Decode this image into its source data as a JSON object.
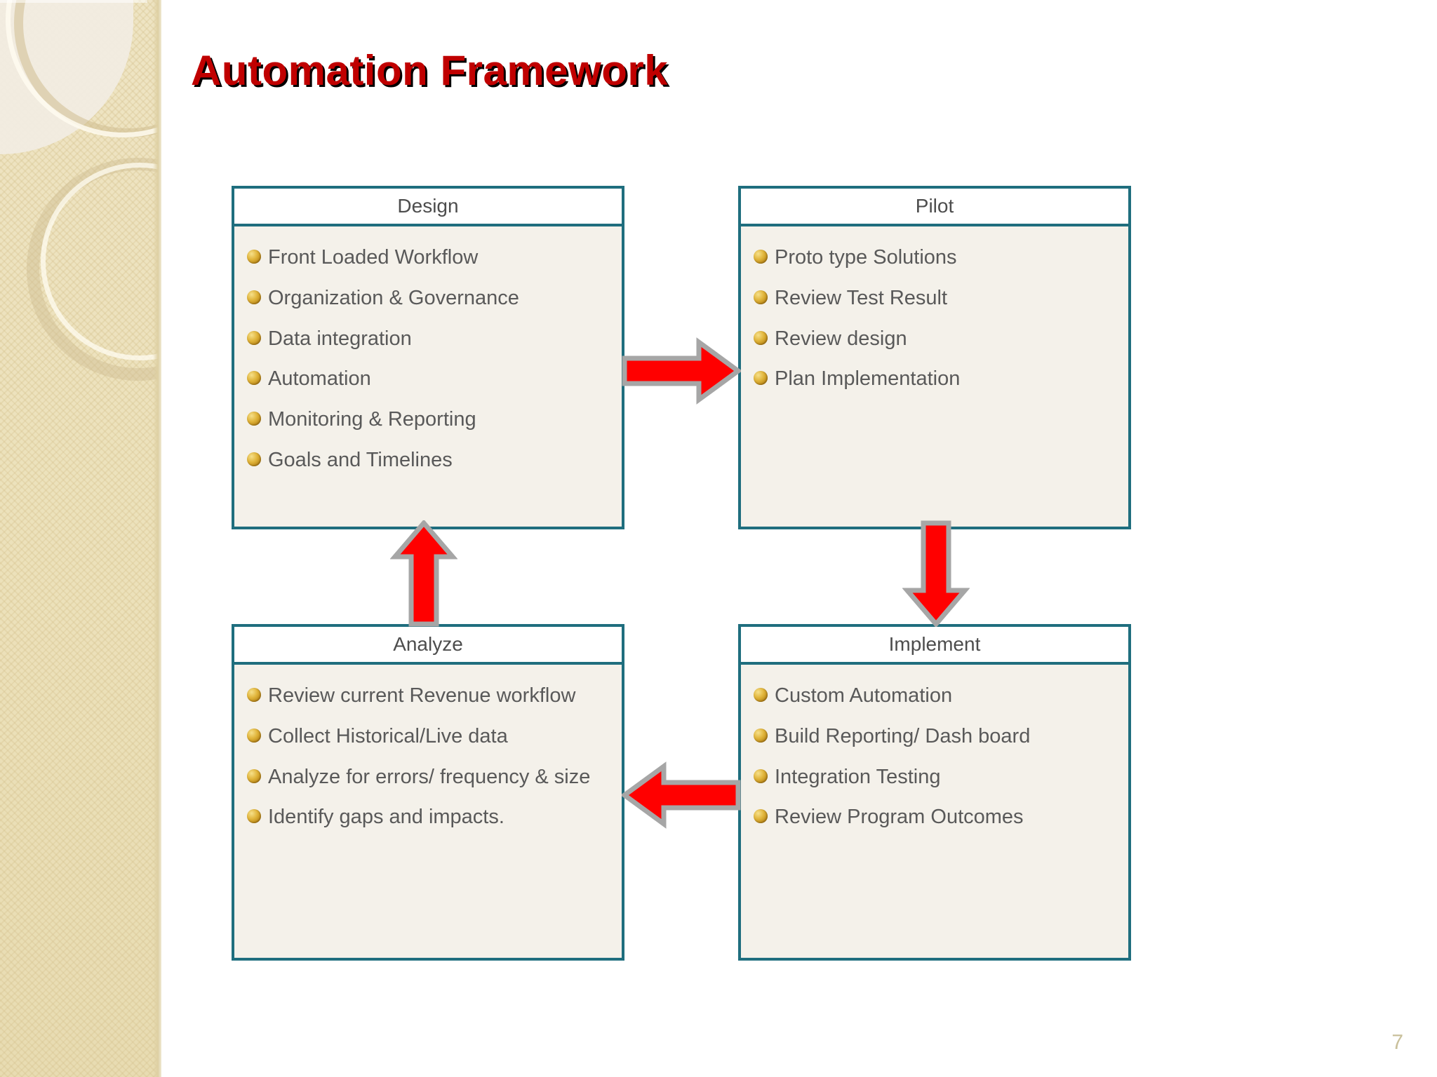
{
  "slide": {
    "title": "Automation Framework",
    "page_number": "7",
    "title_color": "#C00000",
    "box_border_color": "#1F6E7E",
    "box_body_color": "#F4F1EA",
    "arrow_color": "#FF0000",
    "arrow_outline_color": "#A6A6A6",
    "text_color": "#595959",
    "sidebar_color": "#EEE3C0"
  },
  "boxes": [
    {
      "id": "design",
      "header": "Design",
      "items": [
        "Front Loaded Workflow",
        "Organization & Governance",
        "Data integration",
        "Automation",
        "Monitoring & Reporting",
        "Goals and Timelines"
      ]
    },
    {
      "id": "pilot",
      "header": "Pilot",
      "items": [
        "Proto type Solutions",
        "Review  Test Result",
        "Review design",
        "Plan Implementation"
      ]
    },
    {
      "id": "analyze",
      "header": "Analyze",
      "items": [
        "Review current Revenue workflow",
        "Collect Historical/Live data",
        "Analyze for errors/ frequency & size",
        "Identify gaps and impacts."
      ]
    },
    {
      "id": "implement",
      "header": "Implement",
      "items": [
        "Custom Automation",
        "Build Reporting/ Dash board",
        "Integration Testing",
        "Review Program Outcomes"
      ]
    }
  ],
  "arrows": [
    {
      "id": "design-to-pilot",
      "direction": "right"
    },
    {
      "id": "pilot-to-implement",
      "direction": "down"
    },
    {
      "id": "implement-to-analyze",
      "direction": "left"
    },
    {
      "id": "analyze-to-design",
      "direction": "up"
    }
  ]
}
